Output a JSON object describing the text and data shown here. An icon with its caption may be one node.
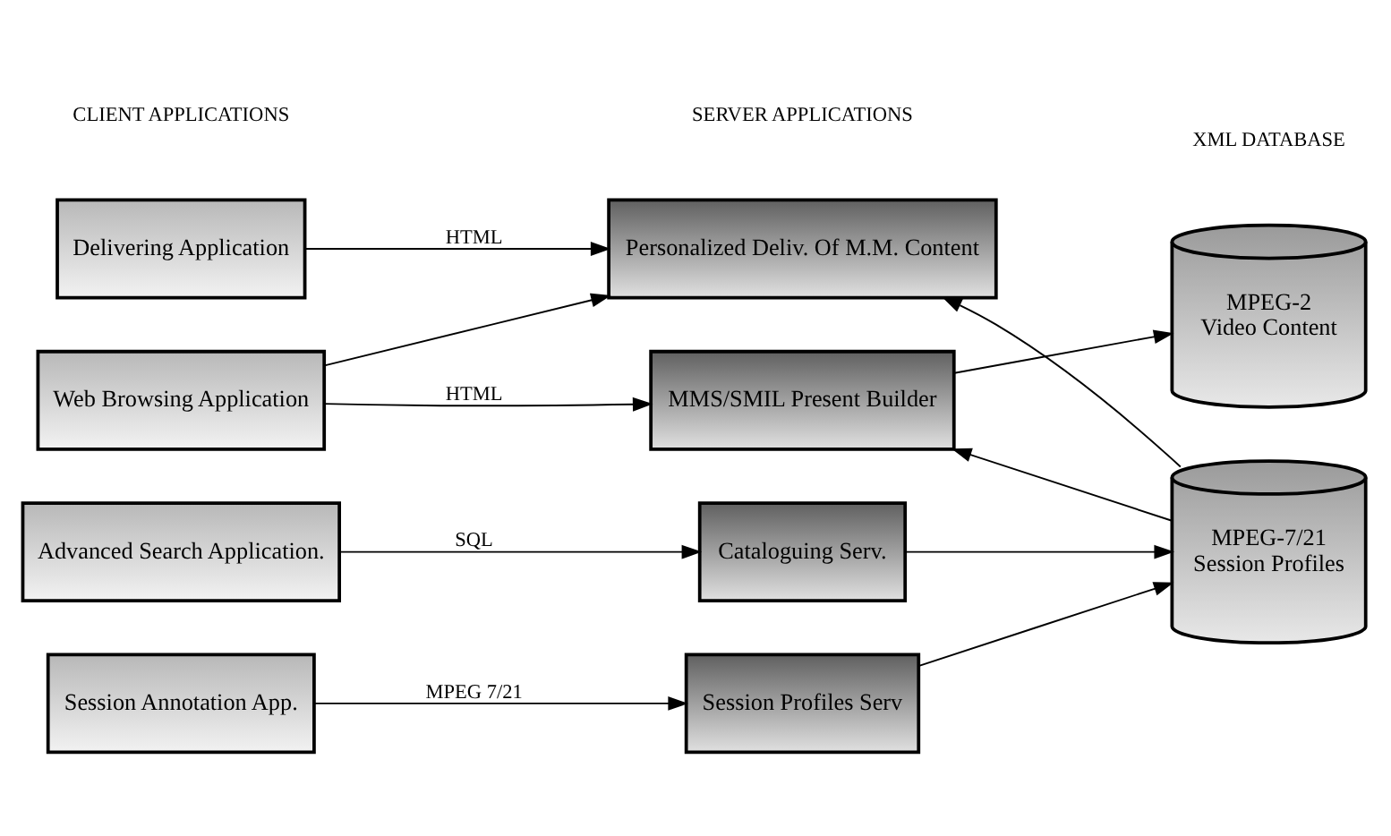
{
  "diagram": {
    "nodes": [
      {
        "text": [
          "Session Annotation App."
        ]
      },
      {
        "text": [
          "Advanced Search Application."
        ]
      },
      {
        "text": [
          "Web Browsing Application"
        ]
      },
      {
        "text": [
          "Delivering Application"
        ]
      },
      {
        "text": [
          "Session Profiles Serv"
        ]
      },
      {
        "text": [
          "Cataloguing Serv."
        ]
      },
      {
        "text": [
          "MMS/SMIL Present Builder"
        ]
      },
      {
        "text": [
          "Personalized Deliv. Of M.M. Content"
        ]
      },
      {
        "text": [
          "MPEG-7/21",
          "Session Profiles"
        ]
      },
      {
        "text": [
          "MPEG-2",
          "Video Content"
        ]
      }
    ],
    "edges": [
      {
        "from": 0,
        "to": 4,
        "arrow": "to",
        "label": "MPEG 7/21"
      },
      {
        "from": 1,
        "to": 5,
        "arrow": "to",
        "label": "SQL"
      },
      {
        "from": 2,
        "to": 6,
        "arrow": "to",
        "label": "HTML"
      },
      {
        "from": 2,
        "to": 7,
        "arrow": "to"
      },
      {
        "from": 3,
        "to": 7,
        "arrow": "to",
        "label": "HTML"
      },
      {
        "from": 4,
        "to": 8,
        "arrow": "to"
      },
      {
        "from": 5,
        "to": 8,
        "arrow": "to"
      },
      {
        "from": 8,
        "to": 6,
        "arrow": "to"
      },
      {
        "from": 8,
        "to": 7,
        "arrow": "to"
      },
      {
        "from": 6,
        "to": 9,
        "arrow": "to"
      }
    ],
    "labels": [
      "CLIENT APPLICATIONS",
      "SERVER APPLICATIONS",
      "XML DATABASE"
    ]
  }
}
